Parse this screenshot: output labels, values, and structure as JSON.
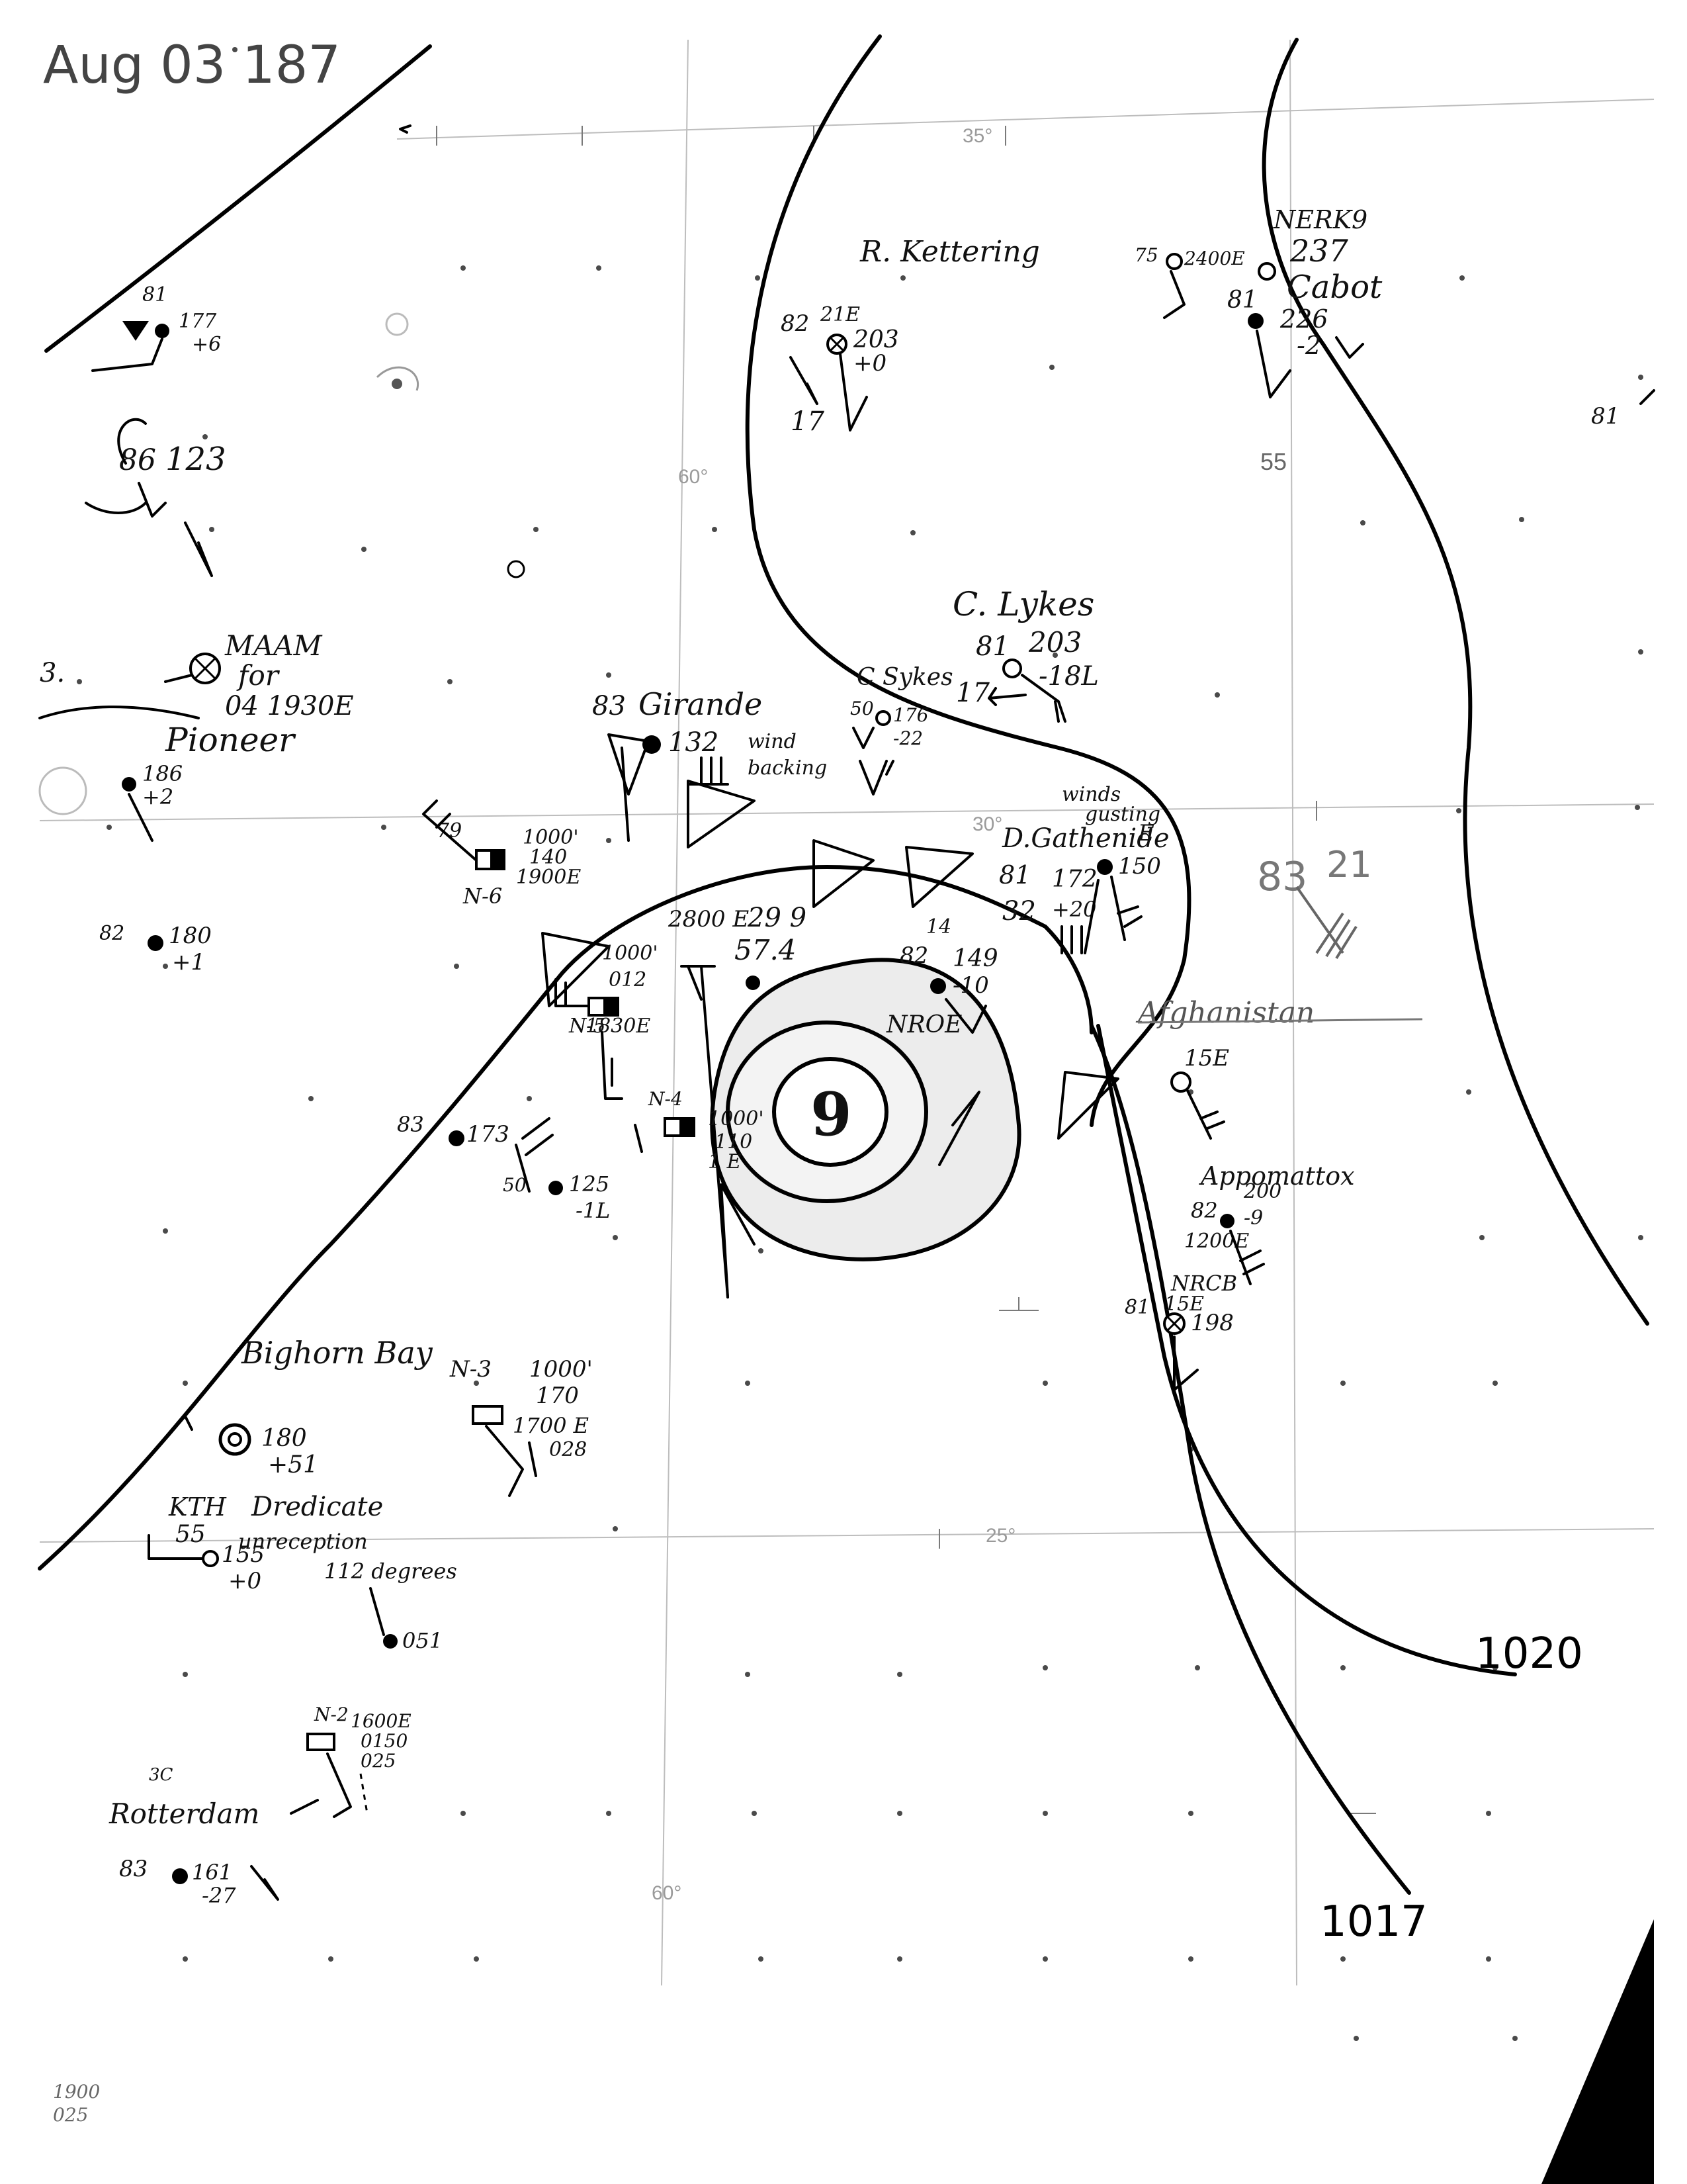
{
  "header": {
    "date": "Aug 03 187"
  },
  "grid_labels": {
    "lat_35": "35°",
    "lat_30": "30°",
    "lat_25": "25°",
    "lon_60_top": "60°",
    "lon_55": "55",
    "lon_60_bottom": "60°"
  },
  "isobars": {
    "label_1020": "1020",
    "label_1017": "1017"
  },
  "storm": {
    "symbol": "9"
  },
  "stations": {
    "kettering": {
      "name": "R. Kettering",
      "temp": "82",
      "wind": "21E",
      "pressure": "203",
      "tendency": "+0",
      "speed": "17"
    },
    "cabot": {
      "code": "NERK9",
      "name": "Cabot",
      "temp1": "75",
      "time": "2400E",
      "temp2": "81",
      "p1": "237",
      "p2": "226",
      "tendency": "-2"
    },
    "right_edge": {
      "temp": "81"
    },
    "left_top": {
      "temp": "81",
      "pressure": "177",
      "tendency": "+6"
    },
    "left_upper": {
      "pressure": "123",
      "obs": "86"
    },
    "maam": {
      "name": "MAAM",
      "line1": "for",
      "line2": "04 1930E"
    },
    "pioneer": {
      "name": "Pioneer",
      "prefix": "3."
    },
    "left_mid": {
      "pressure": "186",
      "tendency": "+2"
    },
    "n6": {
      "code": "N-6",
      "speed": "79",
      "p1": "1000'",
      "p2": "140",
      "time": "1900E"
    },
    "left_low": {
      "temp": "82",
      "pressure": "180",
      "tendency": "+1"
    },
    "girande": {
      "name": "Girande",
      "temp": "83",
      "pressure": "132",
      "note1": "wind",
      "note2": "backing"
    },
    "c_lykes": {
      "name": "C. Lykes",
      "temp": "81",
      "pressure": "203",
      "tendency": "-18L",
      "speed": "17"
    },
    "c_sykes": {
      "name": "C Sykes",
      "temp": "50",
      "pressure": "176",
      "tendency": "-22"
    },
    "d_gathenide": {
      "name": "D.Gathenide",
      "suffix": "E",
      "temp": "81",
      "p1": "172",
      "p2": "150",
      "tendency": "+20",
      "note1": "winds",
      "note2": "gusting",
      "speed": "32"
    },
    "obs_83_21": {
      "temp": "83",
      "value": "21"
    },
    "center_obs": {
      "time": "2800 E",
      "p1": "29 9",
      "p2": "57.4"
    },
    "n5": {
      "code": "N-5",
      "p1": "1000'",
      "p2": "012",
      "time": "1830E"
    },
    "ship_14": {
      "speed": "14",
      "temp": "82",
      "pressure": "149",
      "tendency": "-10"
    },
    "nroe": {
      "code": "NROE"
    },
    "afghanistan": {
      "name": "Afghanistan",
      "wind": "15E"
    },
    "appomattox": {
      "name": "Appomattox",
      "temp": "82",
      "pressure": "200",
      "tendency": "-9",
      "time": "1200E"
    },
    "n4": {
      "code": "N-4",
      "p1": "1000'",
      "p2": "110",
      "time": "1 E"
    },
    "obs_83_173": {
      "temp": "83",
      "pressure": "173"
    },
    "obs_50_125": {
      "temp": "50",
      "pressure": "125",
      "tendency": "-1L"
    },
    "nrcb": {
      "code": "NRCB",
      "wind": "15E",
      "temp": "81",
      "pressure": "198"
    },
    "bighorn": {
      "name": "Bighorn Bay",
      "pressure": "180",
      "tendency": "+51"
    },
    "n3": {
      "code": "N-3",
      "p1": "1000'",
      "p2": "170",
      "time": "1700 E",
      "p3": "028"
    },
    "kth": {
      "code": "KTH",
      "note1": "Dredicate",
      "note2": "unreception",
      "note3": "112 degrees",
      "temp": "55",
      "pressure": "155",
      "tendency": "+0",
      "p2": "051"
    },
    "n2": {
      "code": "N-2",
      "time": "1600E",
      "p1": "0150",
      "p2": "025"
    },
    "rotterdam": {
      "name": "Rotterdam",
      "prefix": "3C",
      "temp": "83",
      "pressure": "161",
      "tendency": "-27"
    }
  },
  "corner_note": {
    "line1": "1900",
    "line2": "025"
  }
}
